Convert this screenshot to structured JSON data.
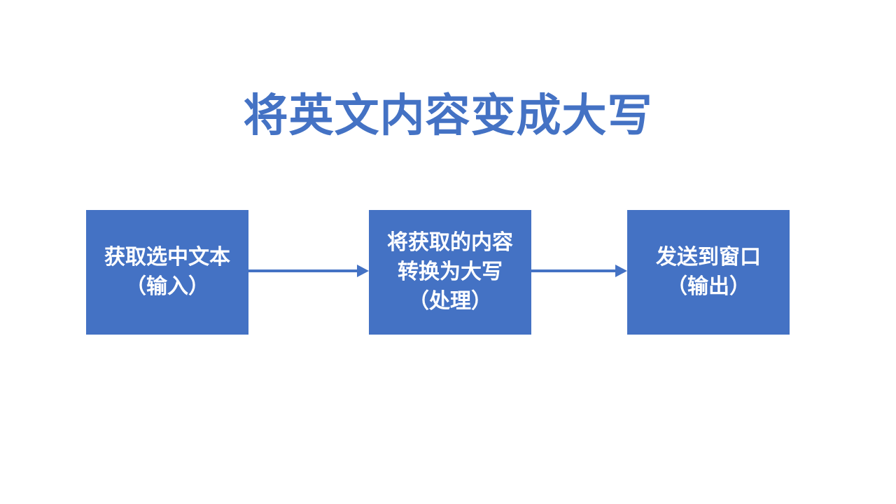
{
  "title": "将英文内容变成大写",
  "colors": {
    "accent": "#4472C4",
    "box-fill": "#4472C4",
    "box-text": "#ffffff",
    "background": "#ffffff"
  },
  "steps": [
    {
      "id": "input",
      "label": "获取选中文本\n（输入）"
    },
    {
      "id": "process",
      "label": "将获取的内容\n转换为大写\n（处理）"
    },
    {
      "id": "output",
      "label": "发送到窗口\n（输出）"
    }
  ],
  "connectors": [
    {
      "from": "input",
      "to": "process",
      "direction": "right"
    },
    {
      "from": "process",
      "to": "output",
      "direction": "right"
    }
  ]
}
